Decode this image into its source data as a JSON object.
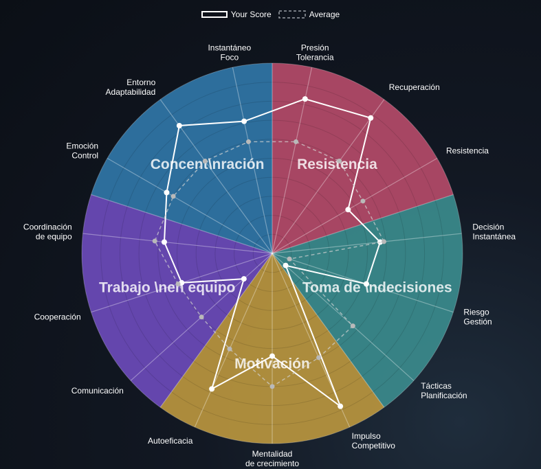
{
  "legend": {
    "your_score_label": "Your Score",
    "average_label": "Average"
  },
  "colors": {
    "resilience": "#b34a68",
    "decision": "#3a8a8c",
    "motivation": "#b8953e",
    "teamwork": "#6b4ab8",
    "concentration": "#2f75a6",
    "score_line": "#ffffff",
    "average_line": "#c8c8c8"
  },
  "chart_data": {
    "type": "radar",
    "axes": [
      [
        "Presión",
        "Tolerancia"
      ],
      [
        "Recuperación"
      ],
      [
        "Resistencia"
      ],
      [
        "Decisión",
        "Instantánea"
      ],
      [
        "Riesgo",
        "Gestión"
      ],
      [
        "Tácticas",
        "Planificación"
      ],
      [
        "Impulso",
        "Competitivo"
      ],
      [
        "Mentalidad",
        "de crecimiento"
      ],
      [
        "Autoeficacia"
      ],
      [
        "Comunicación"
      ],
      [
        "Cooperación"
      ],
      [
        "Coordinación",
        "de equipo"
      ],
      [
        "Emoción",
        "Control"
      ],
      [
        "Entorno",
        "Adaptabilidad"
      ],
      [
        "Instantáneo",
        "Foco"
      ]
    ],
    "rlim": [
      0,
      10
    ],
    "grid_levels": 10,
    "series": [
      {
        "name": "Your Score",
        "values": [
          8.3,
          8.8,
          4.6,
          5.7,
          5.2,
          0.95,
          8.8,
          5.4,
          7.8,
          2.0,
          5.0,
          5.7,
          6.4,
          8.3,
          7.1
        ]
      },
      {
        "name": "Average",
        "values": [
          6.0,
          6.0,
          5.5,
          5.9,
          0.95,
          5.7,
          6.0,
          7.0,
          5.5,
          5.0,
          5.2,
          6.2,
          6.0,
          6.0,
          6.0
        ]
      }
    ],
    "categories": [
      {
        "name": "Resistencia",
        "color_key": "resilience",
        "axis_start": 0,
        "axis_count": 3
      },
      {
        "name": "Toma de \\ndecisiones",
        "color_key": "decision",
        "axis_start": 3,
        "axis_count": 3
      },
      {
        "name": "Motivación",
        "color_key": "motivation",
        "axis_start": 6,
        "axis_count": 3
      },
      {
        "name": "Trabajo \\nen equipo",
        "color_key": "teamwork",
        "axis_start": 9,
        "axis_count": 3
      },
      {
        "name": "Concent\\nración",
        "color_key": "concentration",
        "axis_start": 12,
        "axis_count": 3
      }
    ]
  }
}
